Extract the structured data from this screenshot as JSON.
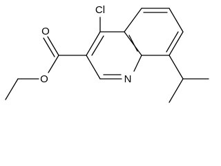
{
  "atoms": {
    "chlorine": "Cl",
    "carbonyl_oxygen": "O",
    "ester_oxygen": "O",
    "ring_nitrogen": "N"
  },
  "colors": {
    "background": "#ffffff",
    "ink": "#000000"
  }
}
